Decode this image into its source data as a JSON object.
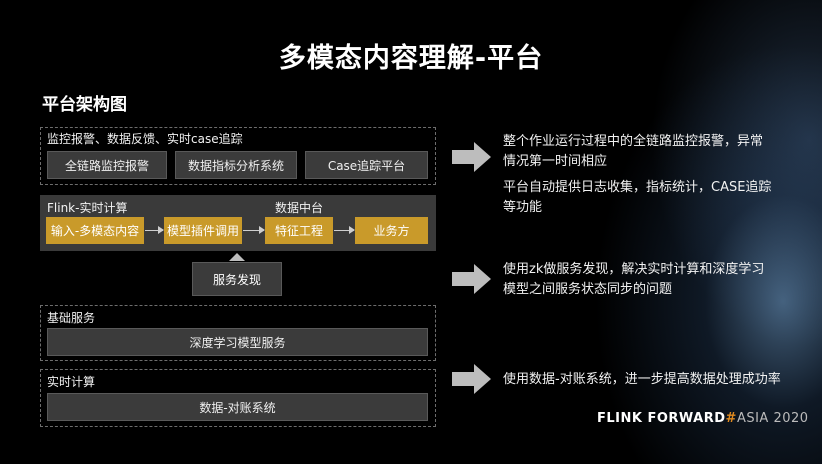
{
  "title": "多模态内容理解-平台",
  "section_title": "平台架构图",
  "monitor": {
    "label": "监控报警、数据反馈、实时case追踪",
    "buttons": [
      "全链路监控报警",
      "数据指标分析系统",
      "Case追踪平台"
    ]
  },
  "flink": {
    "label": "Flink-实时计算",
    "data_center_label": "数据中台",
    "steps": [
      "输入-多模态内容",
      "模型插件调用",
      "特征工程",
      "业务方"
    ]
  },
  "service_discovery": "服务发现",
  "basic": {
    "label": "基础服务",
    "item": "深度学习模型服务"
  },
  "realtime": {
    "label": "实时计算",
    "item": "数据-对账系统"
  },
  "descriptions": {
    "d1a": "整个作业运行过程中的全链路监控报警，异常",
    "d1b": "情况第一时间相应",
    "d2a": "平台自动提供日志收集，指标统计，CASE追踪",
    "d2b": "等功能",
    "d3a": "使用zk做服务发现，解决实时计算和深度学习",
    "d3b": "模型之间服务状态同步的问题",
    "d4": "使用数据-对账系统，进一步提高数据处理成功率"
  },
  "logo": {
    "main": "FLINK FORWARD",
    "hash": "#",
    "asia": "ASIA 2020"
  },
  "colors": {
    "gold": "#c99a2a",
    "gray_box": "#3b3b3b",
    "background": "#000000"
  }
}
